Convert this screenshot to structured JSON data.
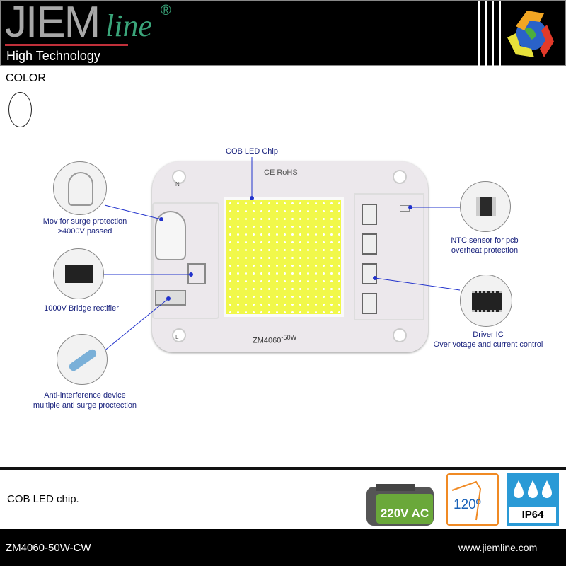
{
  "header": {
    "brand": "JIEM",
    "brand_script": "line",
    "registered": "®",
    "tagline": "High Technology"
  },
  "color": {
    "label": "COLOR",
    "swatch": "#ffffff"
  },
  "product": {
    "board_marks": {
      "cert": "CE RoHS",
      "model": "ZM4060",
      "watt": "-50W",
      "n": "N",
      "l": "L"
    },
    "callouts": [
      {
        "id": "cob",
        "text": "COB LED Chip"
      },
      {
        "id": "mov",
        "text": "Mov for surge protection\n>4000V passed"
      },
      {
        "id": "bridge",
        "text": "1000V Bridge rectifier"
      },
      {
        "id": "anti",
        "text": "Anti-interference device\nmultipie anti surge proctection"
      },
      {
        "id": "ntc",
        "text": "NTC sensor for pcb\noverheat protection"
      },
      {
        "id": "driver",
        "text": "Driver IC\nOver votage and current control"
      }
    ]
  },
  "badges": {
    "voltage": "220V AC",
    "angle": "120º",
    "ip": "IP64"
  },
  "footer": {
    "description": "COB LED chip.",
    "sku": "ZM4060-50W-CW",
    "website": "www.jiemline.com"
  },
  "colors": {
    "accent_red": "#c0303a",
    "brand_green": "#3aa57a",
    "callout_blue": "#1a237e",
    "badge_orange": "#f08a24",
    "badge_blue": "#2a9ad6",
    "badge_green": "#6aa83a"
  }
}
